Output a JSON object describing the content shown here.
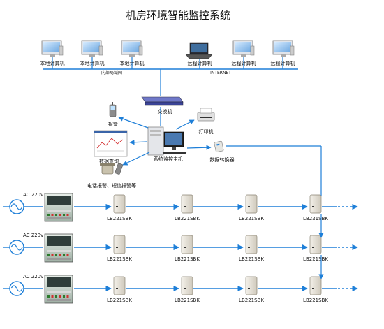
{
  "title": "机房环境智能监控系统",
  "network": {
    "local_computers": [
      "本地计算机",
      "本地计算机",
      "本地计算机"
    ],
    "lan_label": "内部局域网",
    "remote_computers": [
      "远程计算机",
      "远程计算机",
      "远程计算机"
    ],
    "internet_label": "INTERNET",
    "switch_label": "交换机",
    "host_label": "系统监控主机",
    "alarm_label": "报警",
    "printer_label": "打印机",
    "data_query_label": "数据查询",
    "converter_label": "数据转换器",
    "phone_alarm_label": "电话报警、短信报警等"
  },
  "rows": [
    {
      "power_label": "AC 220v",
      "devices": [
        "LB221SBK",
        "LB221SBK",
        "LB221SBK",
        "LB221SBK"
      ]
    },
    {
      "power_label": "AC 220v",
      "devices": [
        "LB221SBK",
        "LB221SBK",
        "LB221SBK",
        "LB221SBK"
      ]
    },
    {
      "power_label": "AC 220v",
      "devices": [
        "LB221SBK",
        "LB221SBK",
        "LB221SBK",
        "LB221SBK"
      ]
    }
  ],
  "colors": {
    "link": "#1e7fd8",
    "line": "#333333"
  }
}
